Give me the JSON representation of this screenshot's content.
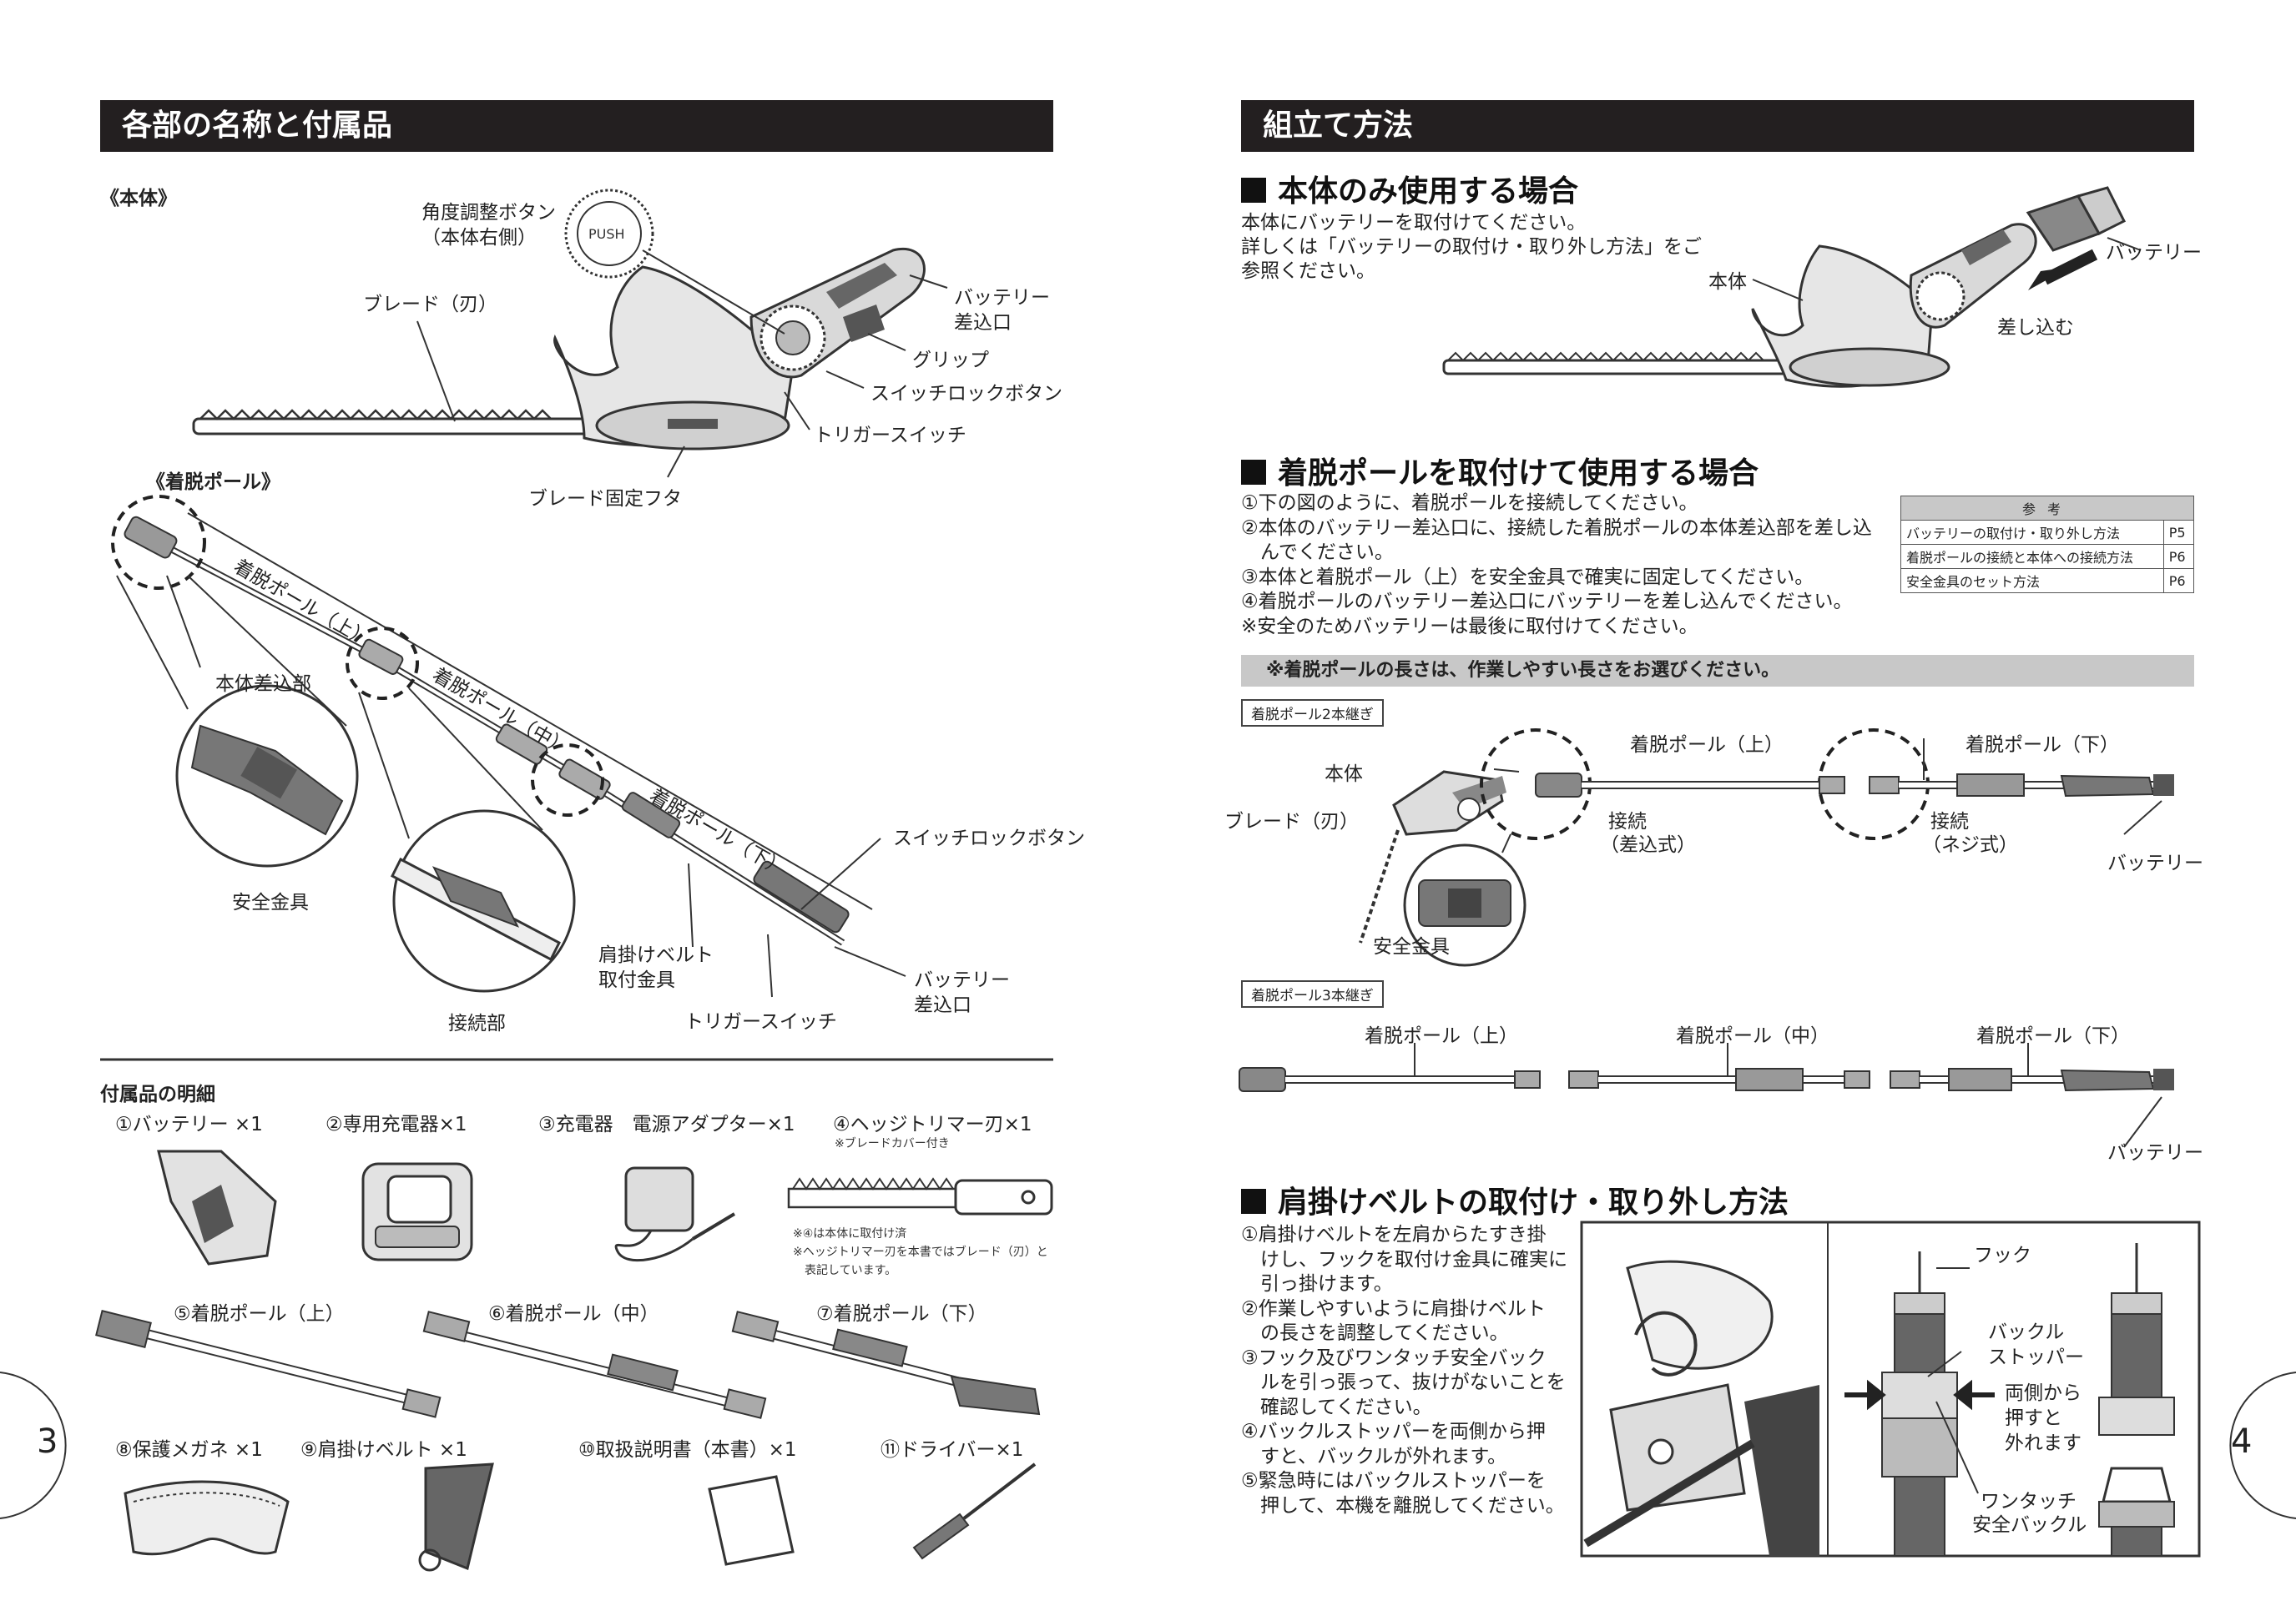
{
  "left": {
    "section_title": "各部の名称と付属品",
    "body_heading": "《本体》",
    "labels": {
      "angle_button_1": "角度調整ボタン",
      "angle_button_2": "（本体右側）",
      "push": "PUSH",
      "blade": "ブレード（刃）",
      "battery_port_1": "バッテリー",
      "battery_port_2": "差込口",
      "grip": "グリップ",
      "switch_lock": "スイッチロックボタン",
      "trigger": "トリガースイッチ",
      "blade_cover": "ブレード固定フタ"
    },
    "pole_heading": "《着脱ポール》",
    "pole_labels": {
      "upper": "着脱ポール（上）",
      "middle": "着脱ポール（中）",
      "lower": "着脱ポール（下）",
      "body_insert": "本体差込部",
      "safety": "安全金具",
      "joint": "接続部",
      "shoulder_1": "肩掛けベルト",
      "shoulder_2": "取付金具",
      "switch_lock": "スイッチロックボタン",
      "battery_port_1": "バッテリー",
      "battery_port_2": "差込口",
      "trigger": "トリガースイッチ"
    },
    "accessories": {
      "heading": "付属品の明細",
      "items": [
        "①バッテリー ×1",
        "②専用充電器×1",
        "③充電器　電源アダプター×1",
        "④ヘッジトリマー刃×1",
        "⑤着脱ポール（上）",
        "⑥着脱ポール（中）",
        "⑦着脱ポール（下）",
        "⑧保護メガネ ×1",
        "⑨肩掛けベルト ×1",
        "⑩取扱説明書（本書）×1",
        "⑪ドライバー×1"
      ],
      "blade_note": "※ブレードカバー付き",
      "note_1": "※④は本体に取付け済",
      "note_2": "※ヘッジトリマー刃を本書ではブレード（刃）と",
      "note_3": "表記しています。"
    },
    "page_number": "3"
  },
  "right": {
    "section_title": "組立て方法",
    "sub1": {
      "title": "本体のみ使用する場合",
      "lines": [
        "本体にバッテリーを取付けてください。",
        "詳しくは「バッテリーの取付け・取り外し方法」をご",
        "参照ください。"
      ],
      "label_body": "本体",
      "label_battery": "バッテリー",
      "label_insert": "差し込む"
    },
    "sub2": {
      "title": "着脱ポールを取付けて使用する場合",
      "steps": [
        "①下の図のように、着脱ポールを接続してください。",
        "②本体のバッテリー差込口に、接続した着脱ポールの本体差込部を差し込",
        "　んでください。",
        "③本体と着脱ポール（上）を安全金具で確実に固定してください。",
        "④着脱ポールのバッテリー差込口にバッテリーを差し込んでください。",
        "※安全のためバッテリーは最後に取付けてください。"
      ],
      "ref_table": {
        "header": "参考",
        "rows": [
          [
            "バッテリーの取付け・取り外し方法",
            "P5"
          ],
          [
            "着脱ポールの接続と本体への接続方法",
            "P6"
          ],
          [
            "安全金具のセット方法",
            "P6"
          ]
        ]
      },
      "note_bar": "※着脱ポールの長さは、作業しやすい長さをお選びください。",
      "two_tag": "着脱ポール2本継ぎ",
      "three_tag": "着脱ポール3本継ぎ",
      "labels": {
        "body": "本体",
        "blade": "ブレード（刃）",
        "upper": "着脱ポール（上）",
        "middle": "着脱ポール（中）",
        "lower": "着脱ポール（下）",
        "joint_insert_1": "接続",
        "joint_insert_2": "（差込式）",
        "joint_screw_1": "接続",
        "joint_screw_2": "（ネジ式）",
        "battery": "バッテリー",
        "safety": "安全金具"
      }
    },
    "sub3": {
      "title": "肩掛けベルトの取付け・取り外し方法",
      "steps": [
        "①肩掛けベルトを左肩からたすき掛",
        "　けし、フックを取付け金具に確実に",
        "　引っ掛けます。",
        "②作業しやすいように肩掛けベルト",
        "　の長さを調整してください。",
        "③フック及びワンタッチ安全バック",
        "　ルを引っ張って、抜けがないことを",
        "　確認してください。",
        "④バックルストッパーを両側から押",
        "　すと、バックルが外れます。",
        "⑤緊急時にはバックルストッパーを",
        "　押して、本機を離脱してください。"
      ],
      "labels": {
        "hook": "フック",
        "stopper_1": "バックル",
        "stopper_2": "ストッパー",
        "press_1": "両側から",
        "press_2": "押すと",
        "press_3": "外れます",
        "buckle_1": "ワンタッチ",
        "buckle_2": "安全バックル"
      }
    },
    "page_number": "4"
  }
}
